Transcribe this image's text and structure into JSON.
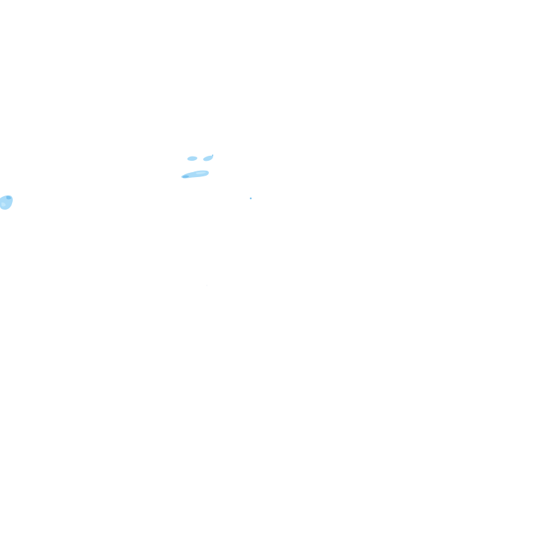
{
  "map": {
    "background_color": "#ffffff",
    "precipitation_colors": {
      "light": "#bfe6fb",
      "medium": "#a9dbf8",
      "dark": "#7cc3ef"
    },
    "features": [
      {
        "id": "rain-patch-1",
        "kind": "precipitation-cell"
      },
      {
        "id": "rain-patch-2",
        "kind": "precipitation-cell"
      },
      {
        "id": "rain-patch-3",
        "kind": "precipitation-cell"
      },
      {
        "id": "rain-patch-4",
        "kind": "precipitation-cell"
      },
      {
        "id": "rain-speck-1",
        "kind": "precipitation-speck"
      },
      {
        "id": "faint-speck-1",
        "kind": "artifact-speck"
      }
    ]
  }
}
